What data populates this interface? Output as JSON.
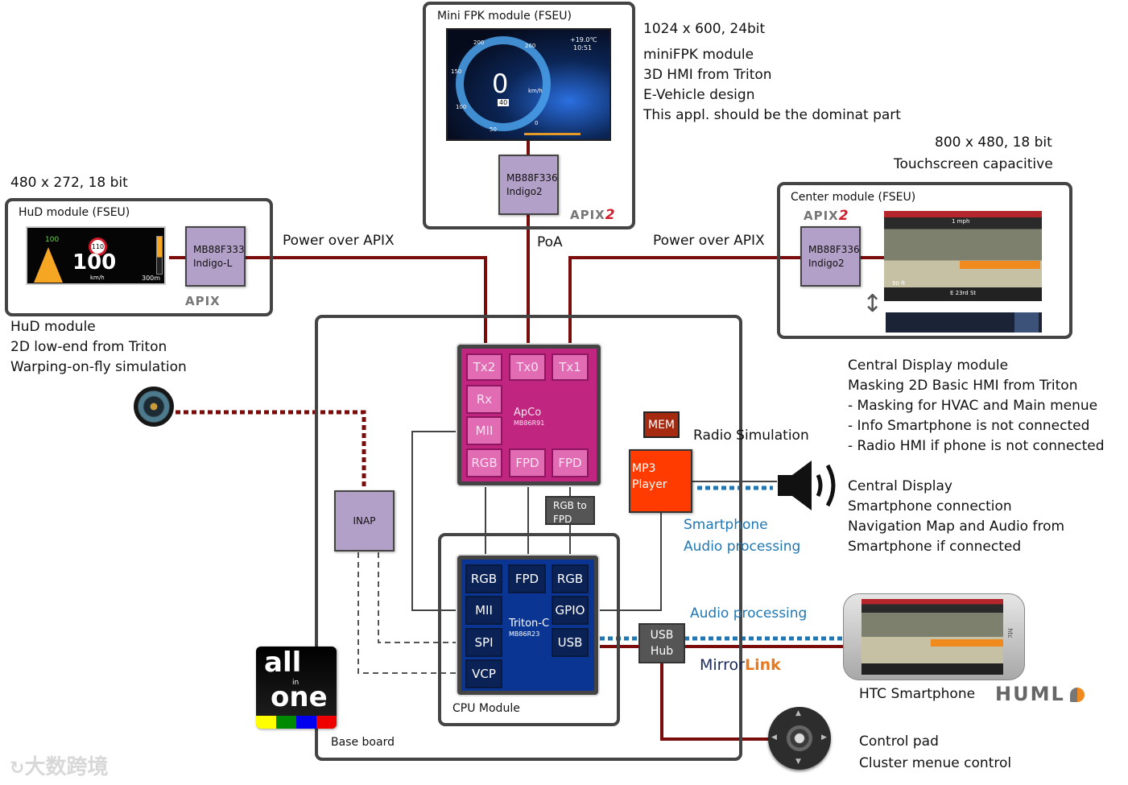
{
  "mini_fpk": {
    "title": "Mini FPK module (FSEU)",
    "chip": {
      "part": "MB88F336",
      "name": "Indigo2"
    },
    "apix_logo": "APIX",
    "apix_version": "2",
    "spec": "1024 x 600, 24bit",
    "notes": [
      "miniFPK module",
      "3D HMI from Triton",
      "E-Vehicle design",
      "This appl. should be the dominat part"
    ],
    "screen": {
      "speed": "0",
      "speed_unit": "km/h",
      "limit": "40",
      "temp": "+19.0℃",
      "time": "10:51",
      "ticks": [
        "200",
        "260",
        "150",
        "100",
        "50",
        "0"
      ]
    }
  },
  "hud": {
    "title": "HuD module (FSEU)",
    "chip": {
      "part": "MB88F333",
      "name": "Indigo-L"
    },
    "apix_logo": "APIX",
    "spec": "480 x 272, 18 bit",
    "notes": [
      "HuD module",
      "2D low-end from Triton",
      "Warping-on-fly simulation"
    ],
    "screen": {
      "speed": "100",
      "unit": "km/h",
      "limit": "110",
      "set_speed": "100",
      "distance": "300m"
    }
  },
  "center": {
    "title": "Center module (FSEU)",
    "chip": {
      "part": "MB88F336",
      "name": "Indigo2"
    },
    "apix_logo": "APIX",
    "apix_version": "2",
    "spec": [
      "800  x  480, 18 bit",
      "Touchscreen capacitive"
    ],
    "notes_a": [
      "Central Display module",
      "Masking 2D Basic HMI from Triton",
      "- Masking for HVAC and Main menue",
      "- Info Smartphone is not connected",
      "- Radio HMI if phone is not connected"
    ],
    "notes_b": [
      "Central Display",
      "Smartphone connection",
      "Navigation Map and Audio from",
      "Smartphone if connected"
    ],
    "screen": {
      "speed": "1 mph",
      "street": "E 23rd St",
      "distance": "90 ft"
    }
  },
  "links": {
    "left": "Power over APIX",
    "middle": "PoA",
    "right": "Power over APIX"
  },
  "apco": {
    "name": "ApCo",
    "part": "MB86R91",
    "pins": [
      "Tx2",
      "Tx0",
      "Tx1",
      "Rx",
      "MII",
      "RGB",
      "FPD",
      "FPD"
    ]
  },
  "rgb_to_fpd": [
    "RGB to",
    "FPD"
  ],
  "triton": {
    "name": "Triton-C",
    "part": "MB86R23",
    "pins": [
      "RGB",
      "FPD",
      "RGB",
      "MII",
      "GPIO",
      "SPI",
      "USB",
      "VCP"
    ]
  },
  "cpu_module_label": "CPU Module",
  "base_board_label": "Base board",
  "inap_label": "INAP",
  "mem_label": "MEM",
  "mp3_label": [
    "MP3",
    "Player"
  ],
  "radio_label": "Radio Simulation",
  "smartphone_audio": [
    "Smartphone",
    "Audio processing"
  ],
  "audio_processing": "Audio processing",
  "usb_hub": [
    "USB",
    "Hub"
  ],
  "mirrorlink": {
    "a": "Mirror",
    "b": "Link"
  },
  "phone": {
    "label": "HTC Smartphone",
    "brand": "HUML",
    "side": "htc"
  },
  "control_pad": [
    "Control pad",
    "Cluster menue control"
  ],
  "allinone": {
    "top": "all",
    "mid": "in",
    "bottom": "one"
  },
  "watermark": "大数跨境",
  "colors": {
    "power_line": "#7a0c0c",
    "apco": "#c0267f",
    "triton": "#0a3592",
    "mp3": "#ff3b00",
    "mem": "#a52a10",
    "chip": "#b3a0c8",
    "audio_blue": "#1f77b4"
  }
}
